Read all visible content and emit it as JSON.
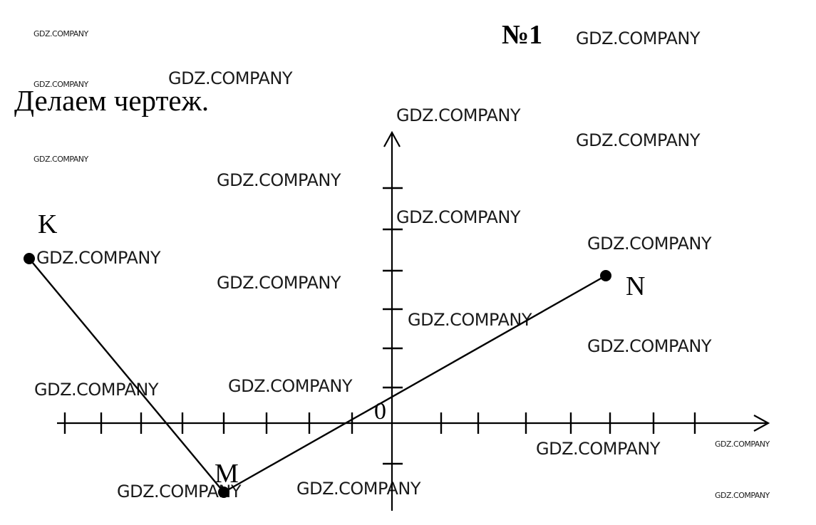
{
  "problem_number": "№1",
  "heading": "Делаем чертеж.",
  "origin_label": "0",
  "points": {
    "K": {
      "label": "K"
    },
    "M": {
      "label": "M"
    },
    "N": {
      "label": "N"
    }
  },
  "segments": [
    [
      "K",
      "M"
    ],
    [
      "M",
      "N"
    ]
  ],
  "watermark": "GDZ.COMPANY",
  "colors": {
    "ink": "#000000",
    "background": "#ffffff"
  }
}
